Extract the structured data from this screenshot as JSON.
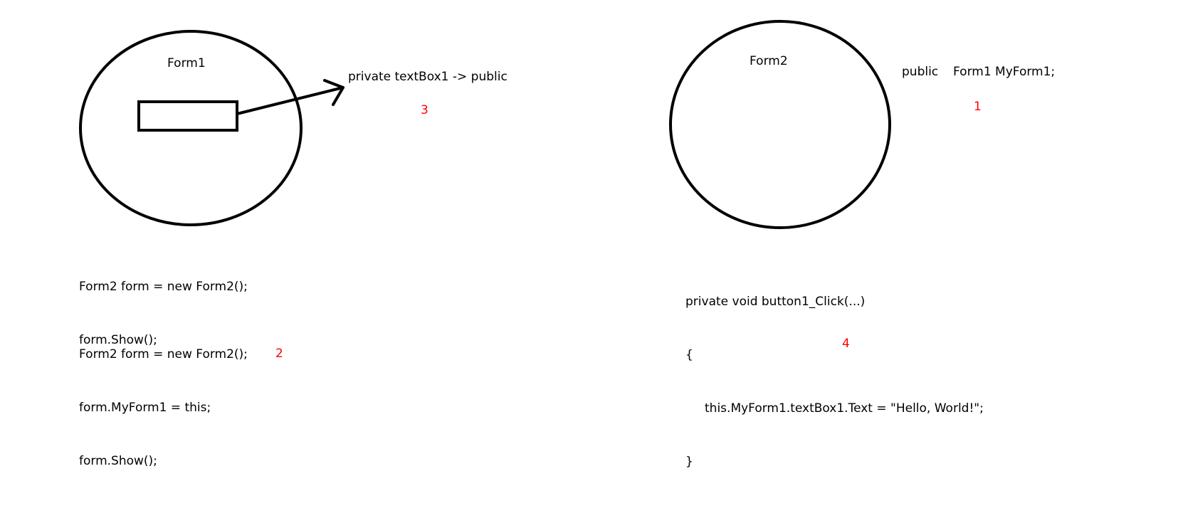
{
  "form1": {
    "title": "Form1"
  },
  "form2": {
    "title": "Form2"
  },
  "notes": {
    "textbox_change": "private textBox1 -> public",
    "public_keyword": "public",
    "field_decl": "Form1 MyForm1;"
  },
  "code_blocks": {
    "show_simple": [
      "Form2 form = new Form2();",
      "form.Show();"
    ],
    "show_with_ref": [
      "Form2 form = new Form2();",
      "form.MyForm1 = this;",
      "form.Show();"
    ],
    "button_click": [
      "private void button1_Click(...)",
      "{",
      "     this.MyForm1.textBox1.Text = \"Hello, World!\";",
      "}"
    ]
  },
  "steps": {
    "one": "1",
    "two": "2",
    "three": "3",
    "four": "4"
  },
  "colors": {
    "ink": "#000000",
    "step_number": "#ff0000",
    "background": "#ffffff"
  }
}
